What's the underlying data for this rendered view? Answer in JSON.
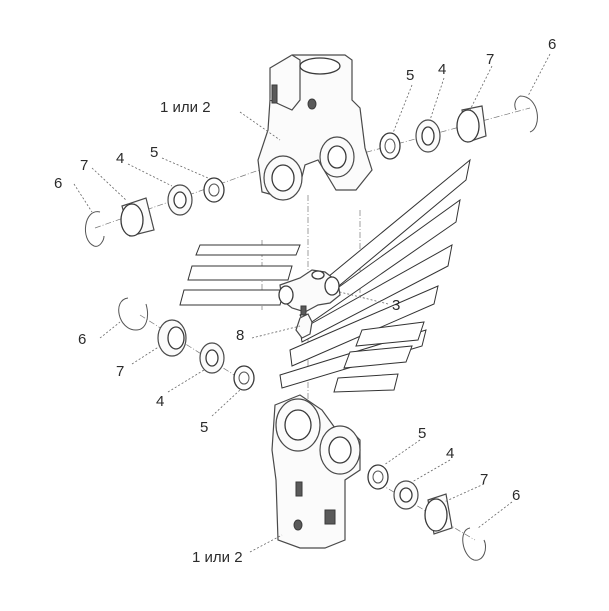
{
  "labels": {
    "top_fork": "1 или 2",
    "bottom_fork": "1 или 2",
    "cross": "3",
    "grease_fitting": "8",
    "top_right": {
      "seal": "5",
      "ring": "4",
      "bearing": "7",
      "circlip": "6"
    },
    "top_left": {
      "circlip": "6",
      "bearing": "7",
      "ring": "4",
      "seal": "5"
    },
    "mid_left": {
      "circlip": "6",
      "bearing": "7",
      "ring": "4",
      "seal": "5"
    },
    "bottom_right": {
      "seal": "5",
      "ring": "4",
      "bearing": "7",
      "circlip": "6"
    }
  }
}
